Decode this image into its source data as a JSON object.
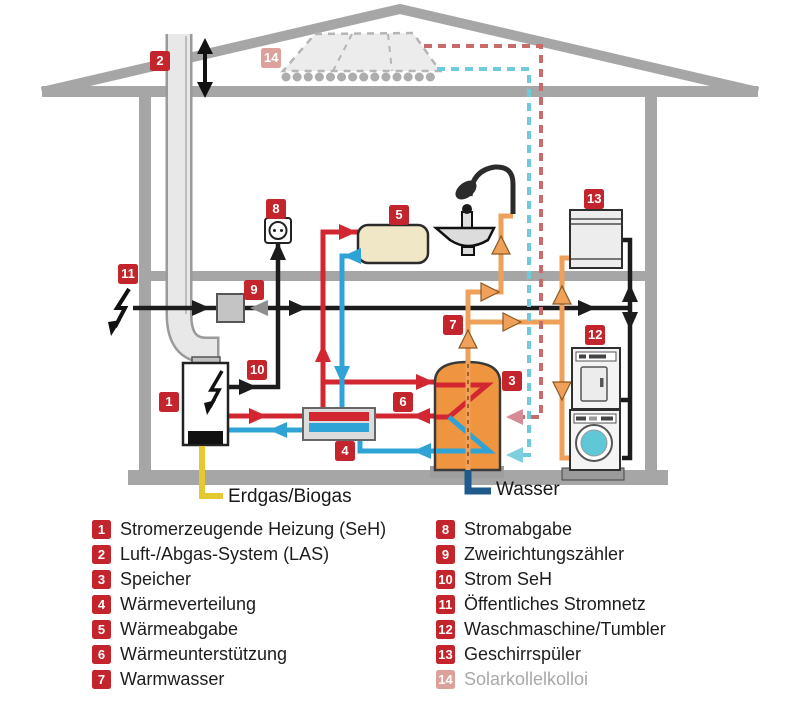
{
  "diagram": {
    "badges": [
      {
        "n": "1"
      },
      {
        "n": "2"
      },
      {
        "n": "3"
      },
      {
        "n": "4"
      },
      {
        "n": "5"
      },
      {
        "n": "6"
      },
      {
        "n": "7"
      },
      {
        "n": "8"
      },
      {
        "n": "9"
      },
      {
        "n": "10"
      },
      {
        "n": "11"
      },
      {
        "n": "12"
      },
      {
        "n": "13"
      },
      {
        "n": "14"
      }
    ],
    "labels": {
      "gas": "Erdgas/Biogas",
      "water": "Wasser"
    },
    "icons": {
      "chimney_airflow": "double-vertical-arrow",
      "grid_connection": "lightning-bolt",
      "boiler_power": "lightning-bolt",
      "outlet": "schuko-socket",
      "shower": "shower-head",
      "sink": "washbasin",
      "solar": "dashed-collector-panel"
    },
    "colors": {
      "badge_red": "#C4242B",
      "badge_red_faded": "#DCA19A",
      "structure_gray": "#A6A6A6",
      "electric_black": "#1C1C1C",
      "heating_red": "#D22730",
      "return_blue": "#2FA3D6",
      "hot_water_orange": "#EFA05A",
      "solar_supply_dashed_red": "#C76B6B",
      "solar_return_dashed_blue": "#6FCBDC",
      "gas_yellow": "#E5C832",
      "water_blue": "#1E5B8C",
      "tank_orange": "#F0953F"
    }
  },
  "legend": {
    "left": [
      {
        "num": "1",
        "label": "Stromerzeugende Heizung (SeH)"
      },
      {
        "num": "2",
        "label": "Luft-/Abgas-System (LAS)"
      },
      {
        "num": "3",
        "label": "Speicher"
      },
      {
        "num": "4",
        "label": "Wärmeverteilung"
      },
      {
        "num": "5",
        "label": "Wärmeabgabe"
      },
      {
        "num": "6",
        "label": "Wärmeunterstützung"
      },
      {
        "num": "7",
        "label": "Warmwasser"
      }
    ],
    "right": [
      {
        "num": "8",
        "label": "Stromabgabe"
      },
      {
        "num": "9",
        "label": "Zweirichtungszähler"
      },
      {
        "num": "10",
        "label": "Strom SeH"
      },
      {
        "num": "11",
        "label": "Öffentliches Stromnetz"
      },
      {
        "num": "12",
        "label": "Waschmaschine/Tumbler"
      },
      {
        "num": "13",
        "label": "Geschirrspüler"
      },
      {
        "num": "14",
        "label": "Solarkollelkolloi"
      }
    ]
  }
}
